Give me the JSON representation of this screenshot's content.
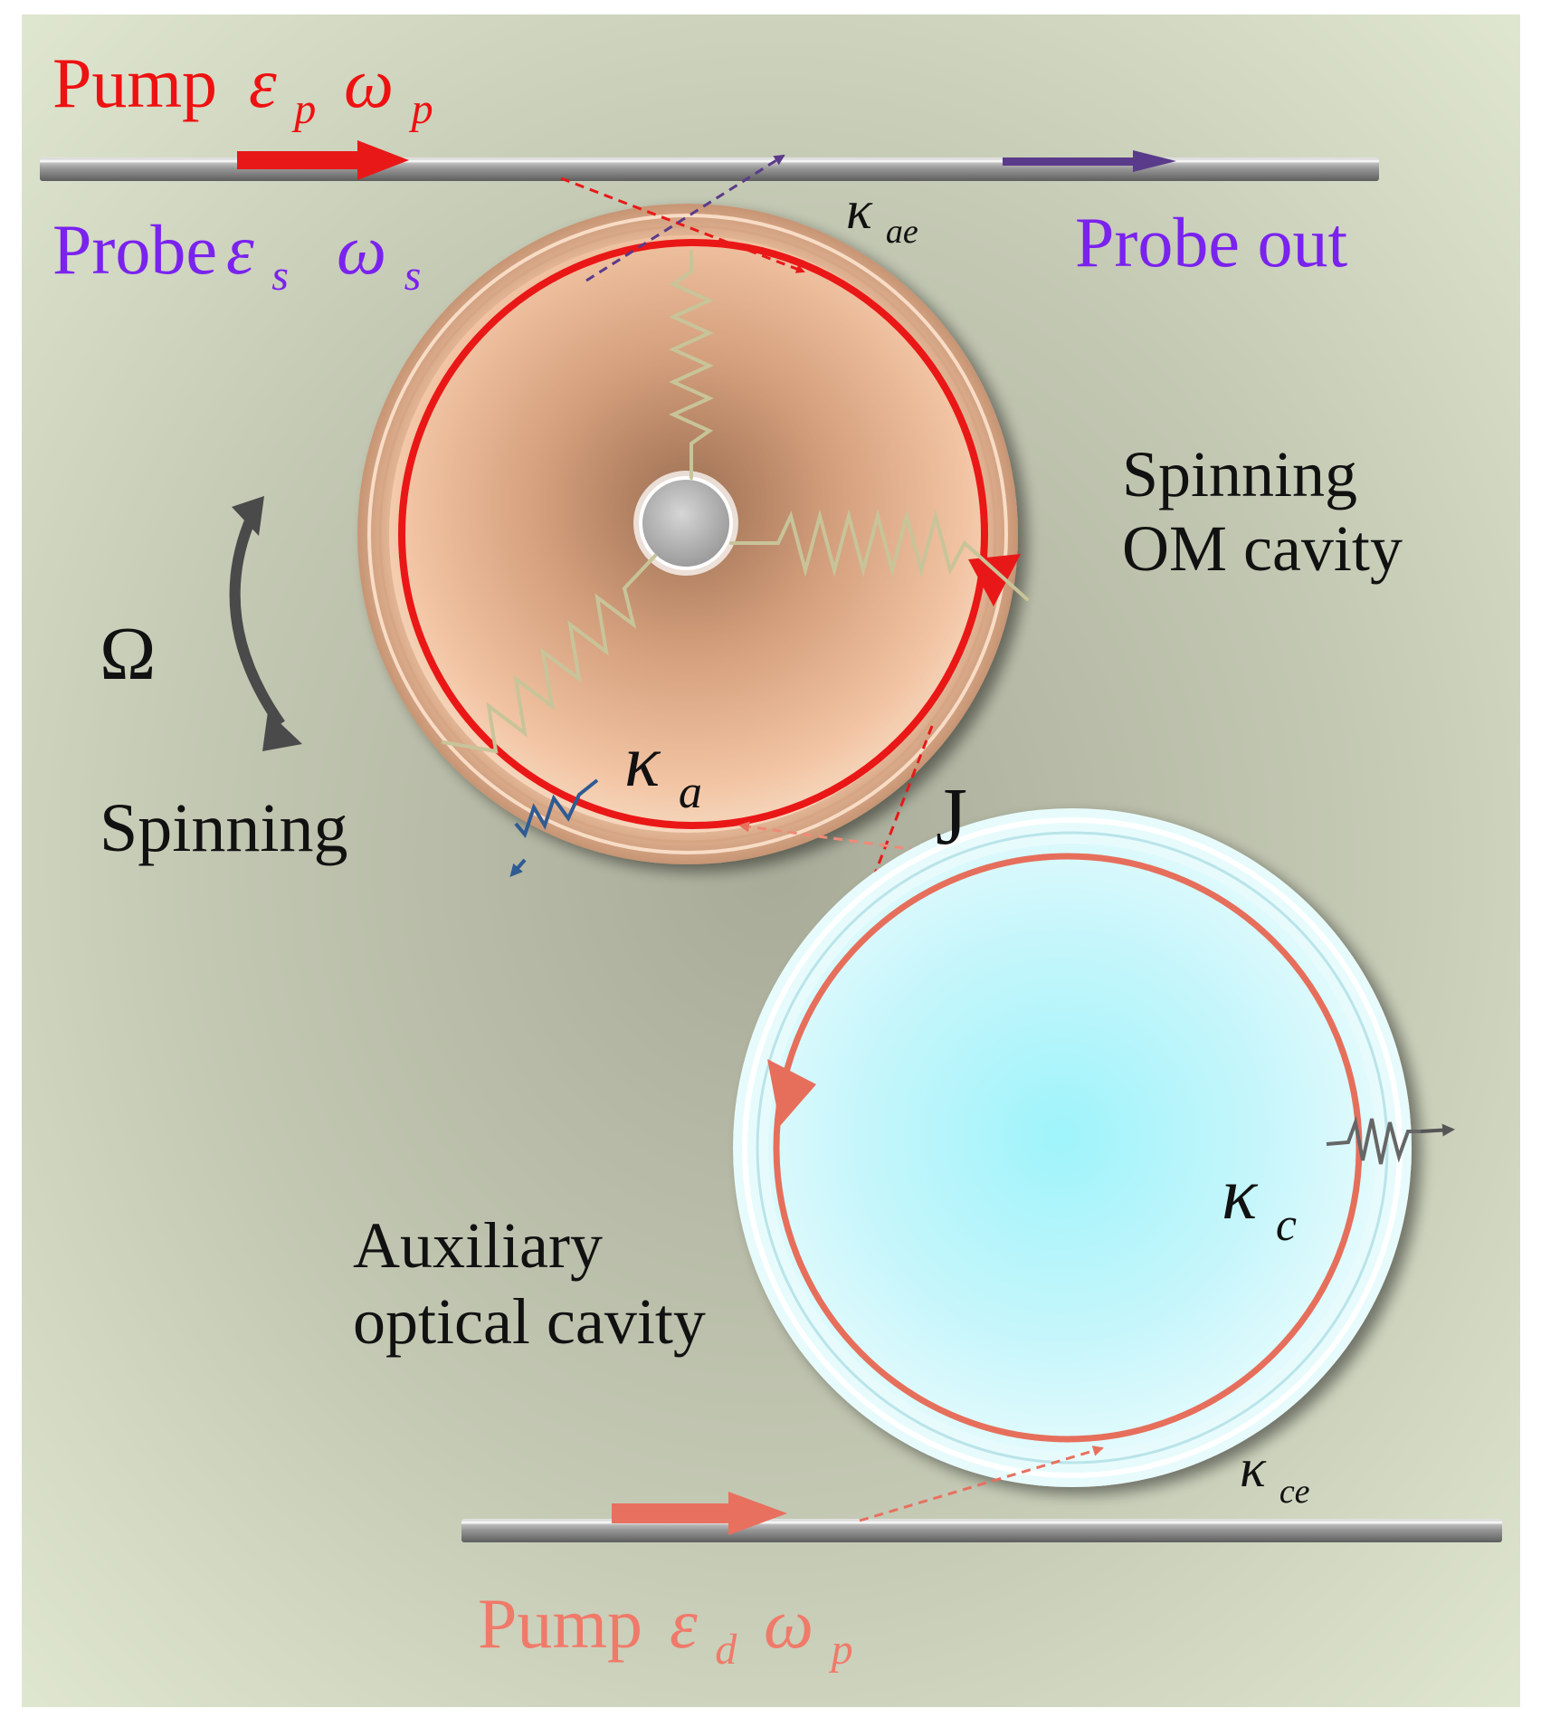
{
  "colors": {
    "pump_top": "#ee1111",
    "probe": "#7a22ee",
    "pump_bottom": "#f07a6a",
    "text_dark": "#111111",
    "spin_arrow": "#4a4a4a"
  },
  "top_waveguide": {
    "pump_word": "Pump",
    "pump_field": "ε",
    "pump_field_sub": "p",
    "pump_freq": "ω",
    "pump_freq_sub": "p",
    "probe_word": "Probe",
    "probe_field": "ε",
    "probe_field_sub": "s",
    "probe_freq": "ω",
    "probe_freq_sub": "s",
    "probe_out": "Probe out",
    "kappa": "κ",
    "kappa_sub": "ae"
  },
  "om_cavity": {
    "line1": "Spinning",
    "line2": "OM cavity",
    "kappa": "κ",
    "kappa_sub": "a"
  },
  "spinning": {
    "omega": "Ω",
    "label": "Spinning"
  },
  "coupling": {
    "label": "J"
  },
  "aux_cavity": {
    "line1": "Auxiliary",
    "line2": "optical cavity",
    "kappa": "κ",
    "kappa_sub": "c"
  },
  "bottom_waveguide": {
    "kappa": "κ",
    "kappa_sub": "ce",
    "pump_word": "Pump",
    "pump_field": "ε",
    "pump_field_sub": "d",
    "pump_freq": "ω",
    "pump_freq_sub": "p"
  }
}
